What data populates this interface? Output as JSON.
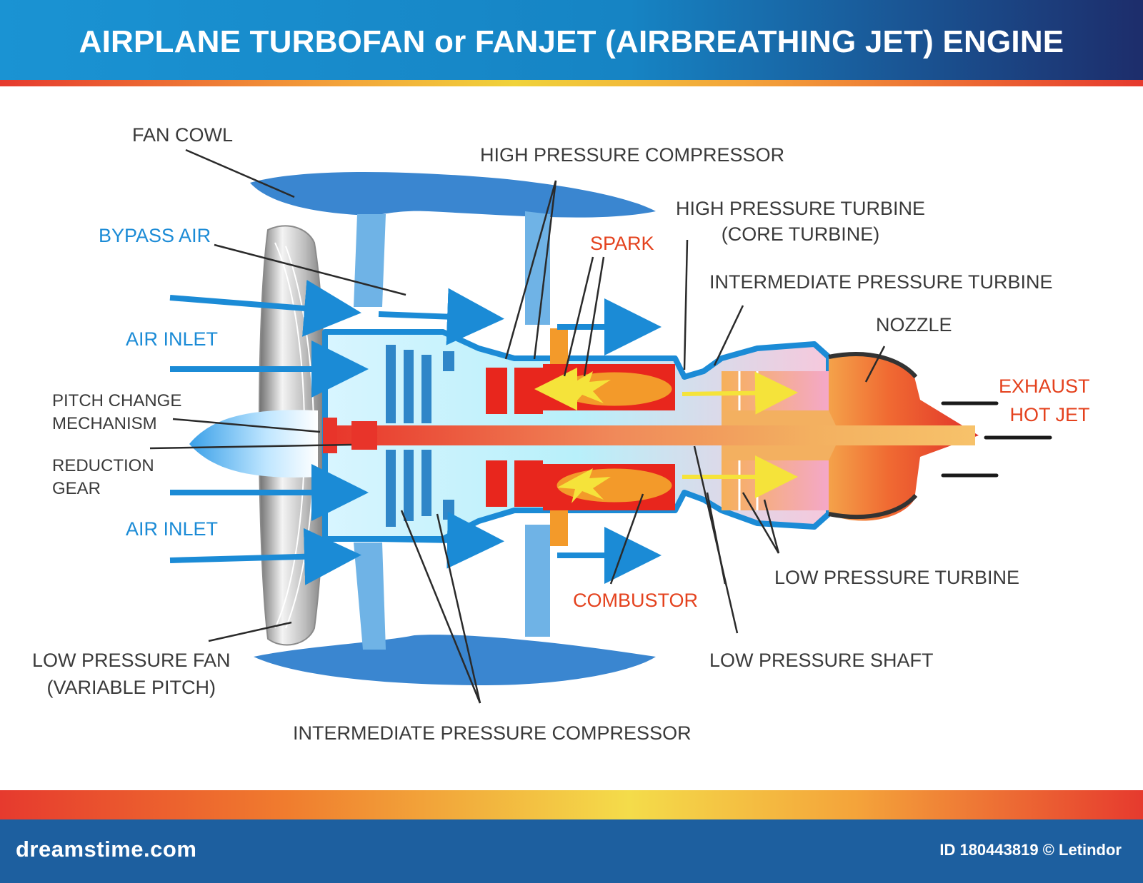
{
  "title": "AIRPLANE TURBOFAN or FANJET (AIRBREATHING JET) ENGINE",
  "labels": {
    "fan_cowl": "FAN COWL",
    "bypass_air": "BYPASS AIR",
    "air_inlet_top": "AIR INLET",
    "pitch_change": "PITCH CHANGE\nMECHANISM",
    "reduction_gear": "REDUCTION\nGEAR",
    "air_inlet_bottom": "AIR INLET",
    "low_pressure_fan": "LOW PRESSURE FAN\n(VARIABLE PITCH)",
    "high_pressure_compressor": "HIGH PRESSURE COMPRESSOR",
    "spark": "SPARK",
    "high_pressure_turbine": "HIGH PRESSURE TURBINE\n(CORE TURBINE)",
    "intermediate_pressure_turbine": "INTERMEDIATE PRESSURE TURBINE",
    "nozzle": "NOZZLE",
    "exhaust_hot_jet": "EXHAUST\nHOT JET",
    "low_pressure_turbine": "LOW PRESSURE TURBINE",
    "combustor": "COMBUSTOR",
    "low_pressure_shaft": "LOW PRESSURE SHAFT",
    "intermediate_pressure_compressor": "INTERMEDIATE PRESSURE COMPRESSOR"
  },
  "footer": {
    "logo": "dreamstime.com",
    "credit": "ID 180443819 © Letindor"
  },
  "colors": {
    "title_bar": "#1684c4",
    "label_dark": "#3a3a3a",
    "label_blue": "#1b8bd6",
    "label_red": "#e4421e",
    "cowl": "#3a86d0",
    "footer": "#1d5f9f"
  }
}
